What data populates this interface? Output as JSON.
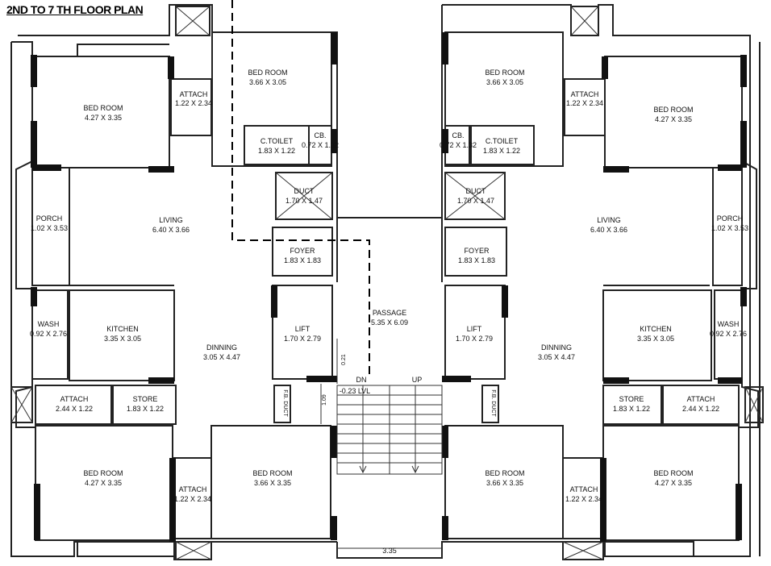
{
  "title": "2ND TO 7 TH FLOOR PLAN",
  "rooms_left": [
    {
      "name": "BED ROOM",
      "dim": "4.27 X 3.35"
    },
    {
      "name": "ATTACH",
      "dim": "1.22 X 2.34"
    },
    {
      "name": "BED ROOM",
      "dim": "3.66 X 3.05"
    },
    {
      "name": "C.TOILET",
      "dim": "1.83 X 1.22"
    },
    {
      "name": "CB.",
      "dim": "0.72 X 1.32"
    },
    {
      "name": "DUCT",
      "dim": "1.70 X 1.47"
    },
    {
      "name": "PORCH",
      "dim": "1.02 X 3.53"
    },
    {
      "name": "LIVING",
      "dim": "6.40 X 3.66"
    },
    {
      "name": "FOYER",
      "dim": "1.83 X 1.83"
    },
    {
      "name": "WASH",
      "dim": "0.92 X 2.76"
    },
    {
      "name": "KITCHEN",
      "dim": "3.35 X 3.05"
    },
    {
      "name": "DINNING",
      "dim": "3.05 X 4.47"
    },
    {
      "name": "LIFT",
      "dim": "1.70 X 2.79"
    },
    {
      "name": "ATTACH",
      "dim": "2.44 X 1.22"
    },
    {
      "name": "STORE",
      "dim": "1.83 X 1.22"
    },
    {
      "name": "BED ROOM",
      "dim": "4.27 X 3.35"
    },
    {
      "name": "ATTACH",
      "dim": "1.22 X 2.34"
    },
    {
      "name": "BED ROOM",
      "dim": "3.66 X 3.35"
    }
  ],
  "rooms_right": [
    {
      "name": "BED ROOM",
      "dim": "3.66 X 3.05"
    },
    {
      "name": "ATTACH",
      "dim": "1.22 X 2.34"
    },
    {
      "name": "BED ROOM",
      "dim": "4.27 X 3.35"
    },
    {
      "name": "CB.",
      "dim": "0.72 X 1.32"
    },
    {
      "name": "C.TOILET",
      "dim": "1.83 X 1.22"
    },
    {
      "name": "DUCT",
      "dim": "1.70 X 1.47"
    },
    {
      "name": "LIVING",
      "dim": "6.40 X 3.66"
    },
    {
      "name": "PORCH",
      "dim": "1.02 X 3.53"
    },
    {
      "name": "FOYER",
      "dim": "1.83 X 1.83"
    },
    {
      "name": "LIFT",
      "dim": "1.70 X 2.79"
    },
    {
      "name": "DINNING",
      "dim": "3.05 X 4.47"
    },
    {
      "name": "KITCHEN",
      "dim": "3.35 X 3.05"
    },
    {
      "name": "WASH",
      "dim": "0.92 X 2.76"
    },
    {
      "name": "STORE",
      "dim": "1.83 X 1.22"
    },
    {
      "name": "ATTACH",
      "dim": "2.44 X 1.22"
    },
    {
      "name": "BED ROOM",
      "dim": "3.66 X 3.35"
    },
    {
      "name": "ATTACH",
      "dim": "1.22 X 2.34"
    },
    {
      "name": "BED ROOM",
      "dim": "4.27 X 3.35"
    }
  ],
  "passage": {
    "name": "PASSAGE",
    "dim": "5.35 X 6.09"
  },
  "stair": {
    "dn": "DN",
    "up": "UP",
    "level": "-0.23 LVL"
  },
  "duct_small": {
    "left": "F.B. DUCT",
    "right": "F.B. DUCT"
  },
  "dimensions": {
    "d021": "0.21",
    "d109": "1.09",
    "d335": "3.35"
  }
}
